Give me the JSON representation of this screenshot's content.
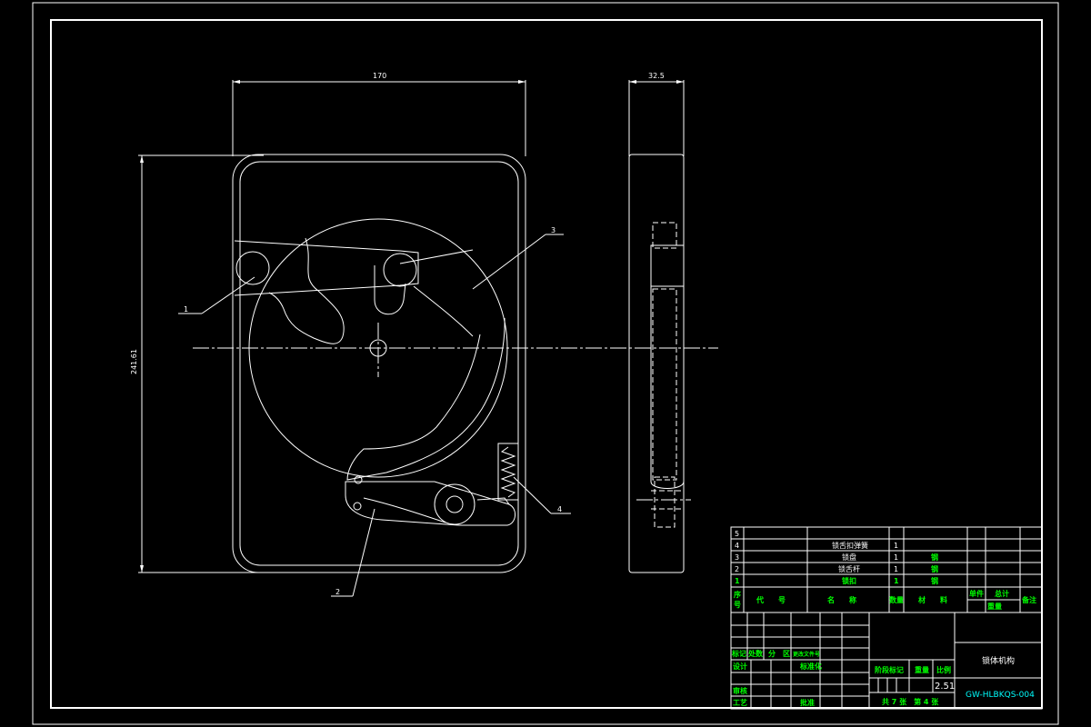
{
  "dimensions": {
    "width_label": "170",
    "side_width_label": "32.5",
    "height_label": "241.61"
  },
  "part_labels": [
    "1",
    "2",
    "3",
    "4"
  ],
  "bom": {
    "rows": [
      {
        "no": "5",
        "name": "",
        "qty": "",
        "material": ""
      },
      {
        "no": "4",
        "name": "锁舌扣弹簧",
        "qty": "1",
        "material": ""
      },
      {
        "no": "3",
        "name": "锁盘",
        "qty": "1",
        "material": "钢"
      },
      {
        "no": "2",
        "name": "锁舌杆",
        "qty": "1",
        "material": "钢"
      },
      {
        "no": "1",
        "name": "锁扣",
        "qty": "1",
        "material": "钢"
      }
    ],
    "header": {
      "no": "序号",
      "code": "代　　号",
      "name": "名　　称",
      "qty": "数量",
      "material": "材　　料",
      "unit": "单件",
      "total": "总计",
      "weight": "重量",
      "remark": "备注"
    }
  },
  "title_block": {
    "mark_labels": [
      "标记",
      "处数",
      "分　区",
      "更改文件号"
    ],
    "design": "设计",
    "standardize": "标准化",
    "stage_mark": "阶段标记",
    "weight": "重量",
    "scale": "比例",
    "scale_value": "2.51",
    "check": "审核",
    "process": "工艺",
    "approve": "批准",
    "sheets": "共 7 张　第 4 张",
    "title": "锁体机构",
    "drawing_no": "GW-HLBKQS-004"
  }
}
